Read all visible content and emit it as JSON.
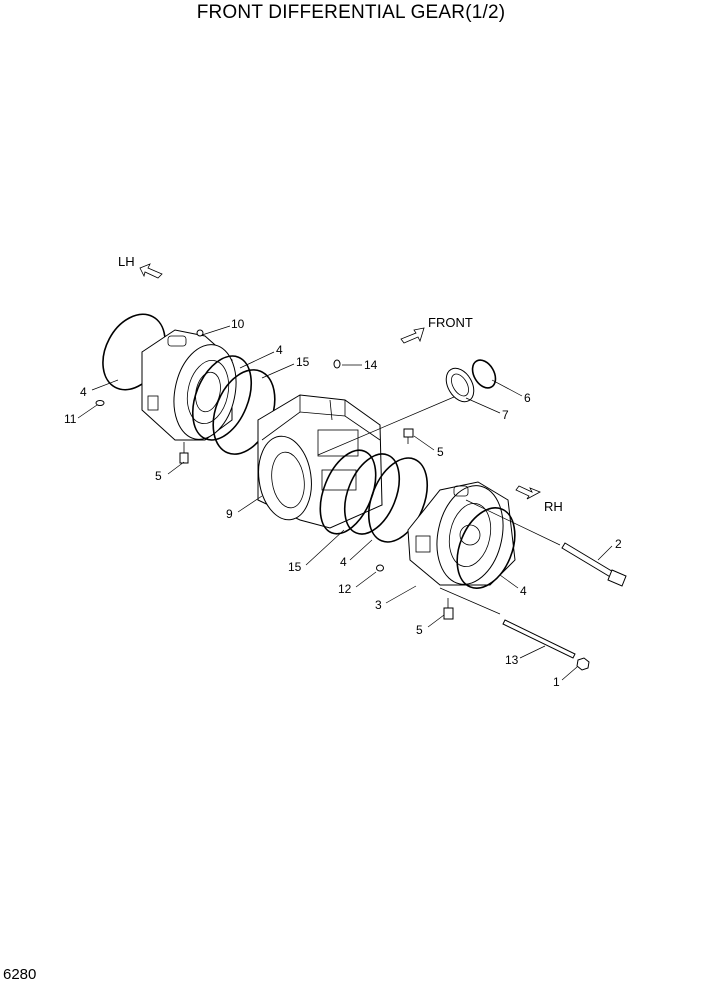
{
  "title": "FRONT DIFFERENTIAL GEAR(1/2)",
  "page_number": "6280",
  "directions": {
    "lh": "LH",
    "front": "FRONT",
    "rh": "RH"
  },
  "callouts": {
    "c1": "1",
    "c2": "2",
    "c3": "3",
    "c4a": "4",
    "c4b": "4",
    "c4c": "4",
    "c4d": "4",
    "c5a": "5",
    "c5b": "5",
    "c5c": "5",
    "c6": "6",
    "c7": "7",
    "c9": "9",
    "c10": "10",
    "c11": "11",
    "c12": "12",
    "c13": "13",
    "c14": "14",
    "c15a": "15",
    "c15b": "15"
  },
  "icons": [
    "direction-arrow-icon"
  ]
}
